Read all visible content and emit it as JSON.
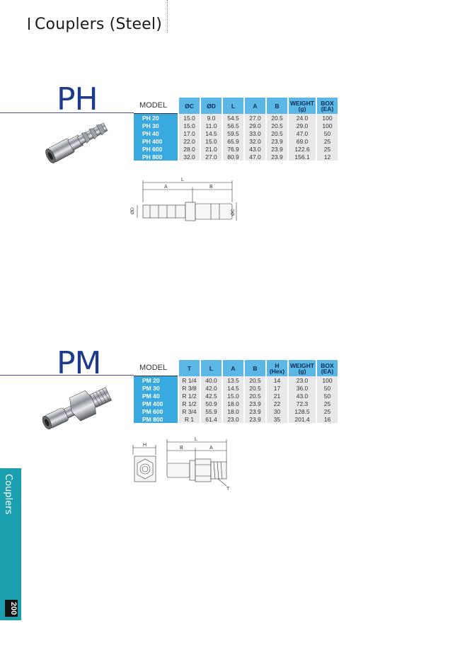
{
  "header": {
    "title": "Couplers (Steel)"
  },
  "sections": [
    {
      "code": "PH",
      "columns": [
        "MODEL",
        "ØC",
        "ØD",
        "L",
        "A",
        "B",
        "WEIGHT (g)",
        "BOX (EA)"
      ],
      "rows": [
        [
          "PH 20",
          "15.0",
          "9.0",
          "54.5",
          "27.0",
          "20.5",
          "24.0",
          "100"
        ],
        [
          "PH 30",
          "15.0",
          "11.0",
          "56.5",
          "29.0",
          "20.5",
          "29.0",
          "100"
        ],
        [
          "PH 40",
          "17.0",
          "14.5",
          "59.5",
          "33.0",
          "20.5",
          "47.0",
          "50"
        ],
        [
          "PH 400",
          "22.0",
          "15.0",
          "65.9",
          "32.0",
          "23.9",
          "69.0",
          "25"
        ],
        [
          "PH 600",
          "28.0",
          "21.0",
          "76.9",
          "43.0",
          "23.9",
          "122.6",
          "25"
        ],
        [
          "PH 800",
          "32.0",
          "27.0",
          "80.9",
          "47.0",
          "23.9",
          "156.1",
          "12"
        ]
      ],
      "drawing_labels": {
        "L": "L",
        "A": "A",
        "B": "B",
        "D": "ØD",
        "C": "ØC"
      }
    },
    {
      "code": "PM",
      "columns": [
        "MODEL",
        "T",
        "L",
        "A",
        "B",
        "H (Hex)",
        "WEIGHT (g)",
        "BOX (EA)"
      ],
      "rows": [
        [
          "PM 20",
          "R 1/4",
          "40.0",
          "13.5",
          "20.5",
          "14",
          "23.0",
          "100"
        ],
        [
          "PM 30",
          "R 3/8",
          "42.0",
          "14.5",
          "20.5",
          "17",
          "36.0",
          "50"
        ],
        [
          "PM 40",
          "R 1/2",
          "42.5",
          "15.0",
          "20.5",
          "21",
          "43.0",
          "50"
        ],
        [
          "PM 400",
          "R 1/2",
          "50.9",
          "18.0",
          "23.9",
          "22",
          "72.3",
          "25"
        ],
        [
          "PM 600",
          "R 3/4",
          "55.9",
          "18.0",
          "23.9",
          "30",
          "128.5",
          "25"
        ],
        [
          "PM 800",
          "R 1",
          "61.4",
          "23.0",
          "23.9",
          "35",
          "201.4",
          "16"
        ]
      ],
      "drawing_labels": {
        "H": "H",
        "L": "L",
        "B": "B",
        "A": "A",
        "T": "T"
      }
    }
  ],
  "side_tab": {
    "label": "Couplers"
  },
  "page_number": "200"
}
